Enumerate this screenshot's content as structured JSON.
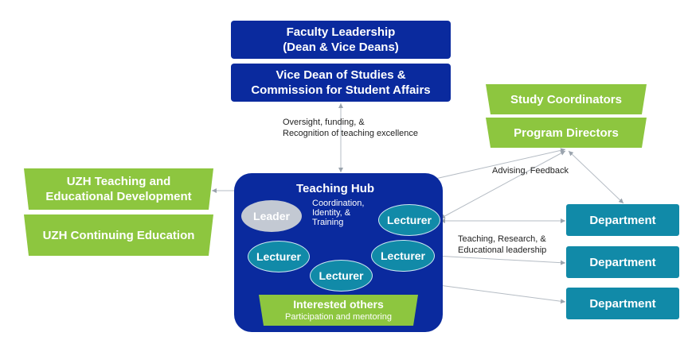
{
  "faculty": {
    "line1": "Faculty Leadership",
    "line2": "(Dean & Vice Deans)"
  },
  "vice_dean": {
    "line1": "Vice Dean of Studies &",
    "line2": "Commission for Student Affairs"
  },
  "study_coordinators": "Study Coordinators",
  "program_directors": "Program Directors",
  "uzh_teaching": {
    "line1": "UZH Teaching and",
    "line2": "Educational Development"
  },
  "uzh_continuing": "UZH Continuing Education",
  "hub": {
    "title": "Teaching Hub",
    "desc": [
      "Coordination,",
      "Identity, &",
      "Training"
    ],
    "leader": "Leader",
    "lecturer": "Lecturer",
    "interested": "Interested others",
    "interested_sub": "Participation and mentoring"
  },
  "departments": [
    "Department",
    "Department",
    "Department"
  ],
  "notes": {
    "oversight": [
      "Oversight, funding, &",
      "Recognition of teaching excellence"
    ],
    "advising": "Advising, Feedback",
    "teaching": [
      "Teaching, Research, &",
      "Educational leadership"
    ]
  },
  "colors": {
    "navy": "#0a2a9e",
    "green": "#8dc63f",
    "teal": "#118aa8",
    "leader_gray": "#c3c9d3"
  }
}
